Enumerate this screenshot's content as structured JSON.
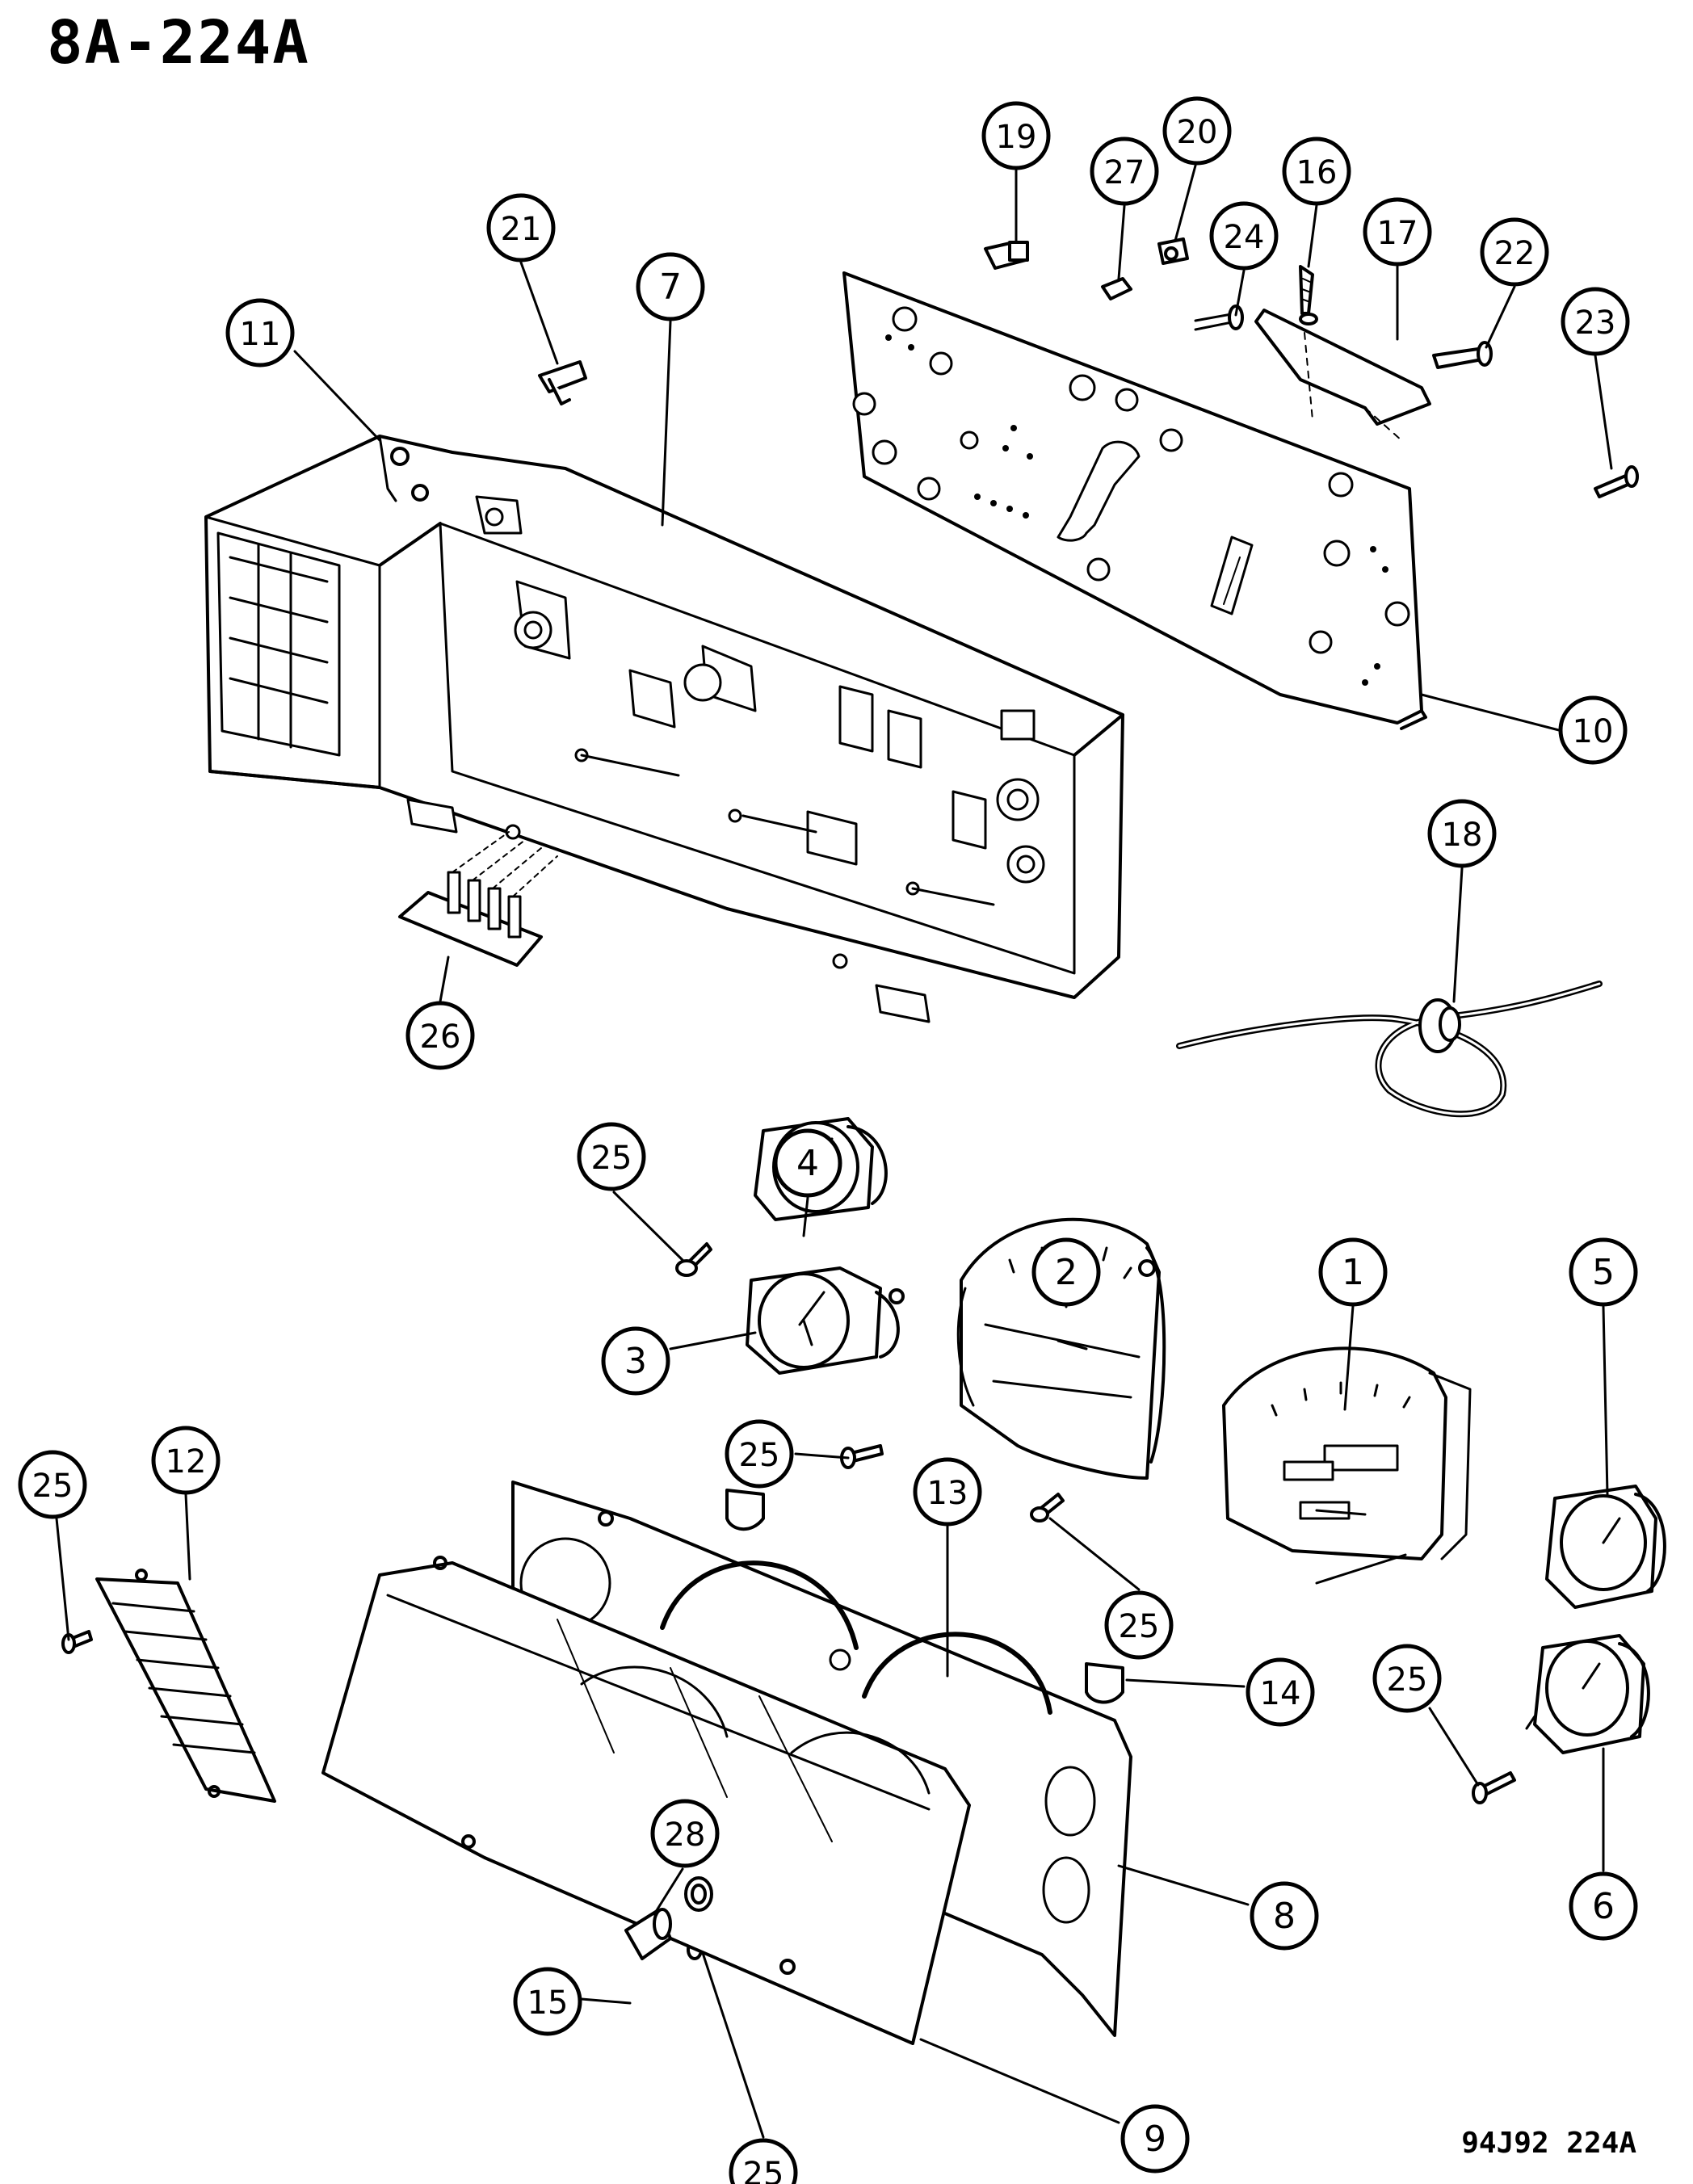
{
  "diagram": {
    "title": "8A-224A",
    "reference_code": "94J92  224A",
    "line_color": "#000000",
    "fill_color": "#ffffff",
    "callouts": [
      {
        "id": "c1",
        "label": "1"
      },
      {
        "id": "c2",
        "label": "2"
      },
      {
        "id": "c3",
        "label": "3"
      },
      {
        "id": "c4",
        "label": "4"
      },
      {
        "id": "c5",
        "label": "5"
      },
      {
        "id": "c6",
        "label": "6"
      },
      {
        "id": "c7",
        "label": "7"
      },
      {
        "id": "c8",
        "label": "8"
      },
      {
        "id": "c9",
        "label": "9"
      },
      {
        "id": "c10",
        "label": "10"
      },
      {
        "id": "c11",
        "label": "11"
      },
      {
        "id": "c12",
        "label": "12"
      },
      {
        "id": "c13",
        "label": "13"
      },
      {
        "id": "c14",
        "label": "14"
      },
      {
        "id": "c15",
        "label": "15"
      },
      {
        "id": "c16",
        "label": "16"
      },
      {
        "id": "c17",
        "label": "17"
      },
      {
        "id": "c18",
        "label": "18"
      },
      {
        "id": "c19",
        "label": "19"
      },
      {
        "id": "c20",
        "label": "20"
      },
      {
        "id": "c21",
        "label": "21"
      },
      {
        "id": "c22",
        "label": "22"
      },
      {
        "id": "c23",
        "label": "23"
      },
      {
        "id": "c24",
        "label": "24"
      },
      {
        "id": "c25a",
        "label": "25"
      },
      {
        "id": "c25b",
        "label": "25"
      },
      {
        "id": "c25c",
        "label": "25"
      },
      {
        "id": "c25d",
        "label": "25"
      },
      {
        "id": "c25e",
        "label": "25"
      },
      {
        "id": "c25f",
        "label": "25"
      },
      {
        "id": "c26",
        "label": "26"
      },
      {
        "id": "c27",
        "label": "27"
      },
      {
        "id": "c28",
        "label": "28"
      }
    ]
  }
}
